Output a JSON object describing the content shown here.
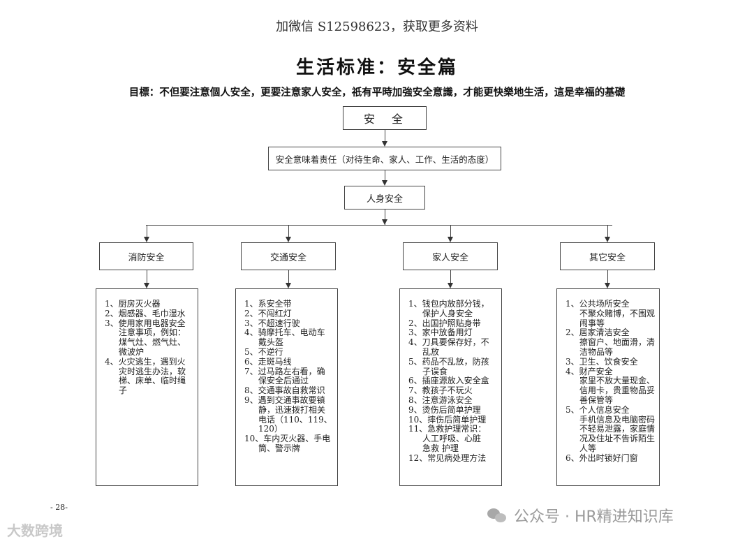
{
  "header_note": "加微信 S12598623，获取更多资料",
  "title": "生活标准：安全篇",
  "goal": "目標：不但要注意個人安全，更要注意家人安全，祇有平時加強安全意識，才能更快樂地生活，這是幸福的基礎",
  "root": "安　全",
  "responsibility": "安全意味着责任（对待生命、家人、工作、生活的态度）",
  "personal": "人身安全",
  "categories": [
    {
      "label": "消防安全",
      "items": [
        [
          "1、厨房灭火器"
        ],
        [
          "2、烟感器、毛巾湿水"
        ],
        [
          "3、使用家用电器安全",
          "注意事项，例如：",
          "煤气灶、燃气灶、",
          "微波炉"
        ],
        [
          "4、火灾逃生，遇到火",
          "灾时逃生办法，软",
          "梯、床单、临时绳",
          "子"
        ]
      ]
    },
    {
      "label": "交通安全",
      "items": [
        [
          "1、系安全带"
        ],
        [
          "2、不闯红灯"
        ],
        [
          "3、不超速行驶"
        ],
        [
          "4、骑摩托车、电动车",
          "戴头盔"
        ],
        [
          "5、不逆行"
        ],
        [
          "6、走斑马线"
        ],
        [
          "7、过马路左右看，确",
          "保安全后通过"
        ],
        [
          "8、交通事故自救常识"
        ],
        [
          "9、遇到交通事故要镇",
          "静，迅速拨打相关",
          "电话（110、119、",
          "120）"
        ],
        [
          "10、车内灭火器、手电",
          "筒、警示牌"
        ]
      ]
    },
    {
      "label": "家人安全",
      "items": [
        [
          "1、钱包内放部分钱，",
          "保护人身安全"
        ],
        [
          "2、出国护照贴身带"
        ],
        [
          "3、家中放备用灯"
        ],
        [
          "4、刀具要保存好，不",
          "乱放"
        ],
        [
          "5、药品不乱放，防孩",
          "子误食"
        ],
        [
          "6、插座源放入安全盒"
        ],
        [
          "7、教孩子不玩火"
        ],
        [
          "8、注意游泳安全"
        ],
        [
          "9、烫伤后简单护理"
        ],
        [
          "10、摔伤后简单护理"
        ],
        [
          "11、急救护理常识：",
          "人工呼吸、心脏",
          "急救 护理"
        ],
        [
          "12、常见病处理方法"
        ]
      ]
    },
    {
      "label": "其它安全",
      "items": [
        [
          "1、公共场所安全",
          "不聚众赌博，不围观",
          "闹事等"
        ],
        [
          "2、居家清洁安全",
          "擦窗户、地面滑，清",
          "洁物品等"
        ],
        [
          "3、卫生、饮食安全"
        ],
        [
          "4、财产安全",
          "家里不放大量现金、",
          "信用卡，贵重物品妥",
          "善保管等"
        ],
        [
          "5、个人信息安全",
          "手机信息及电脑密码",
          "不轻易泄露，家庭情",
          "况及住址不告诉陌生",
          "人等"
        ],
        [
          "6、外出时锁好门窗"
        ]
      ]
    }
  ],
  "page_number": "- 28-",
  "watermark_left": "大数跨境",
  "watermark_right": "公众号 · HR精进知识库"
}
